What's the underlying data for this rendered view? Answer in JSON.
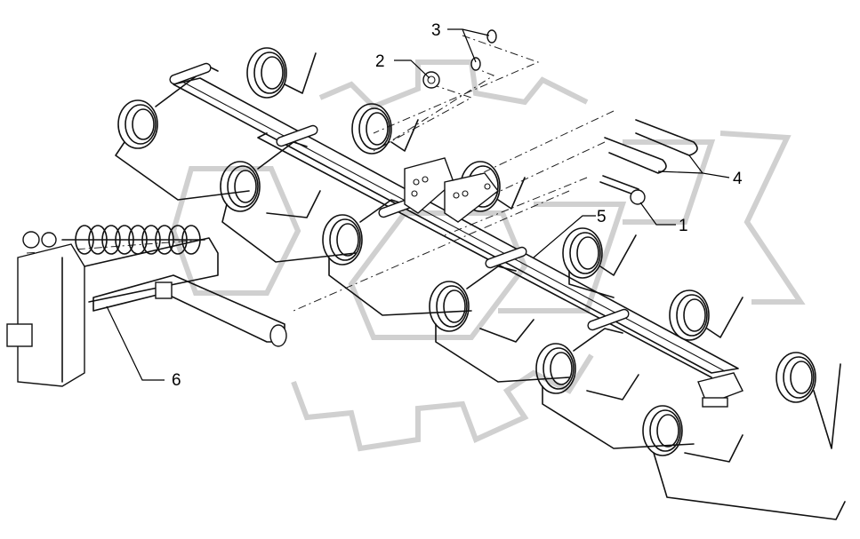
{
  "figure": {
    "callouts": [
      {
        "id": "callout-1",
        "label": "1"
      },
      {
        "id": "callout-2",
        "label": "2"
      },
      {
        "id": "callout-3",
        "label": "3"
      },
      {
        "id": "callout-4",
        "label": "4"
      },
      {
        "id": "callout-5",
        "label": "5"
      },
      {
        "id": "callout-6",
        "label": "6"
      }
    ],
    "colors": {
      "line": "#111111",
      "watermark": "#d0d0d0",
      "background": "#ffffff"
    }
  }
}
